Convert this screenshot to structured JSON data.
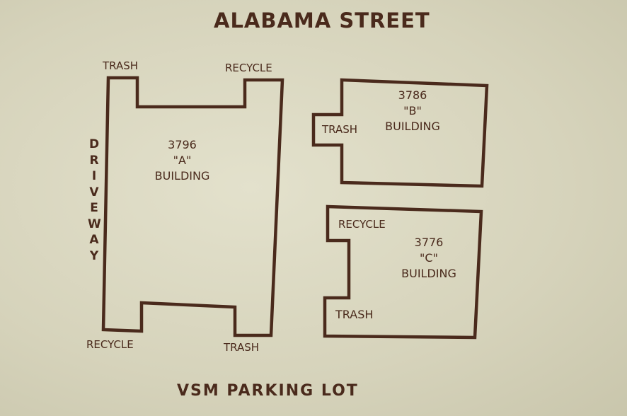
{
  "street_name": "ALABAMA STREET",
  "parking_lot": "VSM PARKING LOT",
  "driveway": [
    "D",
    "R",
    "I",
    "V",
    "E",
    "W",
    "A",
    "Y"
  ],
  "building_a": {
    "number": "3796",
    "letter": "\"A\"",
    "label": "BUILDING",
    "top_left": "TRASH",
    "top_right": "RECYCLE",
    "bottom_left": "RECYCLE",
    "bottom_right": "TRASH"
  },
  "building_b": {
    "number": "3786",
    "letter": "\"B\"",
    "label": "BUILDING",
    "side": "TRASH"
  },
  "building_c": {
    "number": "3776",
    "letter": "\"C\"",
    "label": "BUILDING",
    "top_left": "RECYCLE",
    "bottom_left": "TRASH"
  },
  "colors": {
    "ink": "#4a2a1c",
    "paper": "#d8d6bf"
  }
}
